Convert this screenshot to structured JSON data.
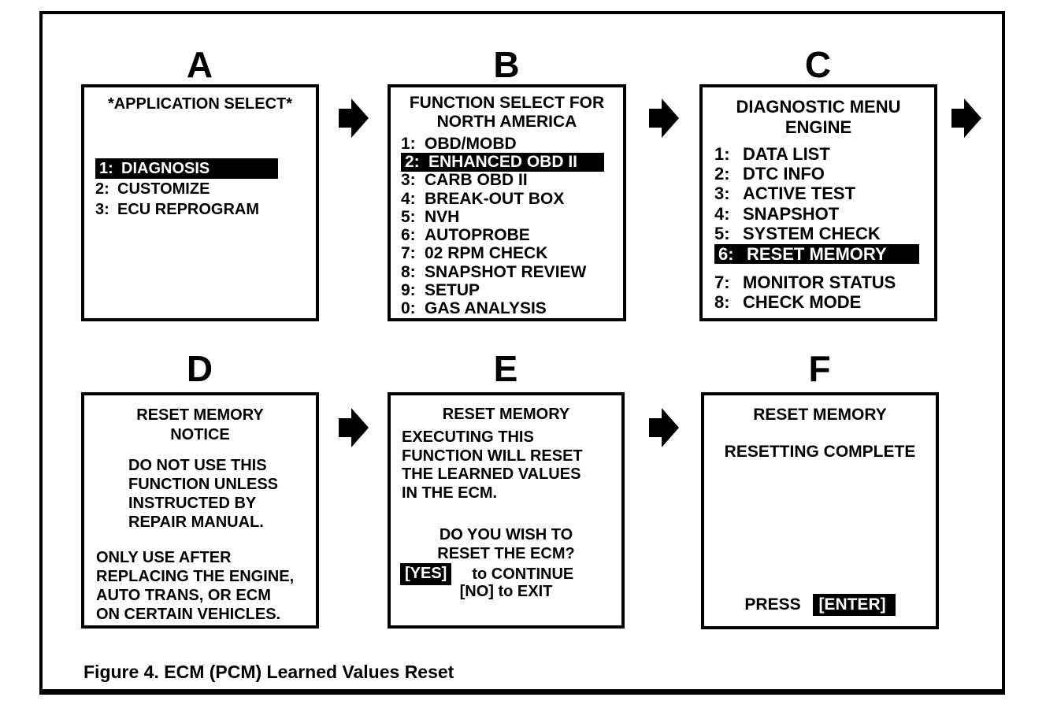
{
  "figure_caption": "Figure 4. ECM (PCM) Learned Values Reset",
  "colors": {
    "ink": "#000000",
    "paper": "#ffffff",
    "highlight_bg": "#000000",
    "highlight_text": "#ffffff"
  },
  "panels": {
    "a": {
      "label": "A",
      "title": "*APPLICATION SELECT*",
      "menu": [
        {
          "num": "1:",
          "text": "DIAGNOSIS",
          "highlighted": true
        },
        {
          "num": "2:",
          "text": "CUSTOMIZE",
          "highlighted": false
        },
        {
          "num": "3:",
          "text": "ECU REPROGRAM",
          "highlighted": false
        }
      ]
    },
    "b": {
      "label": "B",
      "title_line1": "FUNCTION SELECT FOR",
      "title_line2": "NORTH AMERICA",
      "menu": [
        {
          "num": "1:",
          "text": "OBD/MOBD",
          "highlighted": false
        },
        {
          "num": "2:",
          "text": "ENHANCED OBD II",
          "highlighted": true
        },
        {
          "num": "3:",
          "text": "CARB OBD II",
          "highlighted": false
        },
        {
          "num": "4:",
          "text": "BREAK-OUT BOX",
          "highlighted": false
        },
        {
          "num": "5:",
          "text": "NVH",
          "highlighted": false
        },
        {
          "num": "6:",
          "text": "AUTOPROBE",
          "highlighted": false
        },
        {
          "num": "7:",
          "text": "02 RPM CHECK",
          "highlighted": false
        },
        {
          "num": "8:",
          "text": "SNAPSHOT REVIEW",
          "highlighted": false
        },
        {
          "num": "9:",
          "text": "SETUP",
          "highlighted": false
        },
        {
          "num": "0:",
          "text": "GAS ANALYSIS",
          "highlighted": false
        }
      ]
    },
    "c": {
      "label": "C",
      "title_line1": "DIAGNOSTIC MENU",
      "title_line2": "ENGINE",
      "menu": [
        {
          "num": "1:",
          "text": "DATA LIST",
          "highlighted": false
        },
        {
          "num": "2:",
          "text": "DTC INFO",
          "highlighted": false
        },
        {
          "num": "3:",
          "text": "ACTIVE TEST",
          "highlighted": false
        },
        {
          "num": "4:",
          "text": "SNAPSHOT",
          "highlighted": false
        },
        {
          "num": "5:",
          "text": "SYSTEM CHECK",
          "highlighted": false
        },
        {
          "num": "6:",
          "text": "RESET MEMORY",
          "highlighted": true
        },
        {
          "num": "7:",
          "text": "MONITOR STATUS",
          "highlighted": false
        },
        {
          "num": "8:",
          "text": "CHECK MODE",
          "highlighted": false
        }
      ]
    },
    "d": {
      "label": "D",
      "title_line1": "RESET MEMORY",
      "title_line2": "NOTICE",
      "para1": [
        "DO NOT USE THIS",
        "FUNCTION UNLESS",
        "INSTRUCTED BY",
        "REPAIR MANUAL."
      ],
      "para2": [
        "ONLY USE AFTER",
        "REPLACING THE ENGINE,",
        "AUTO TRANS, OR ECM",
        "ON CERTAIN VEHICLES."
      ]
    },
    "e": {
      "label": "E",
      "title": "RESET MEMORY",
      "body": [
        "EXECUTING THIS",
        "FUNCTION WILL RESET",
        "THE LEARNED VALUES",
        "IN THE ECM."
      ],
      "question": [
        "DO YOU WISH TO",
        "RESET THE ECM?"
      ],
      "yes_key": "[YES]",
      "yes_suffix": "to CONTINUE",
      "no_line": "[NO] to EXIT"
    },
    "f": {
      "label": "F",
      "title": "RESET MEMORY",
      "status": "RESETTING COMPLETE",
      "press_label": "PRESS",
      "enter_key": "[ENTER]"
    }
  }
}
